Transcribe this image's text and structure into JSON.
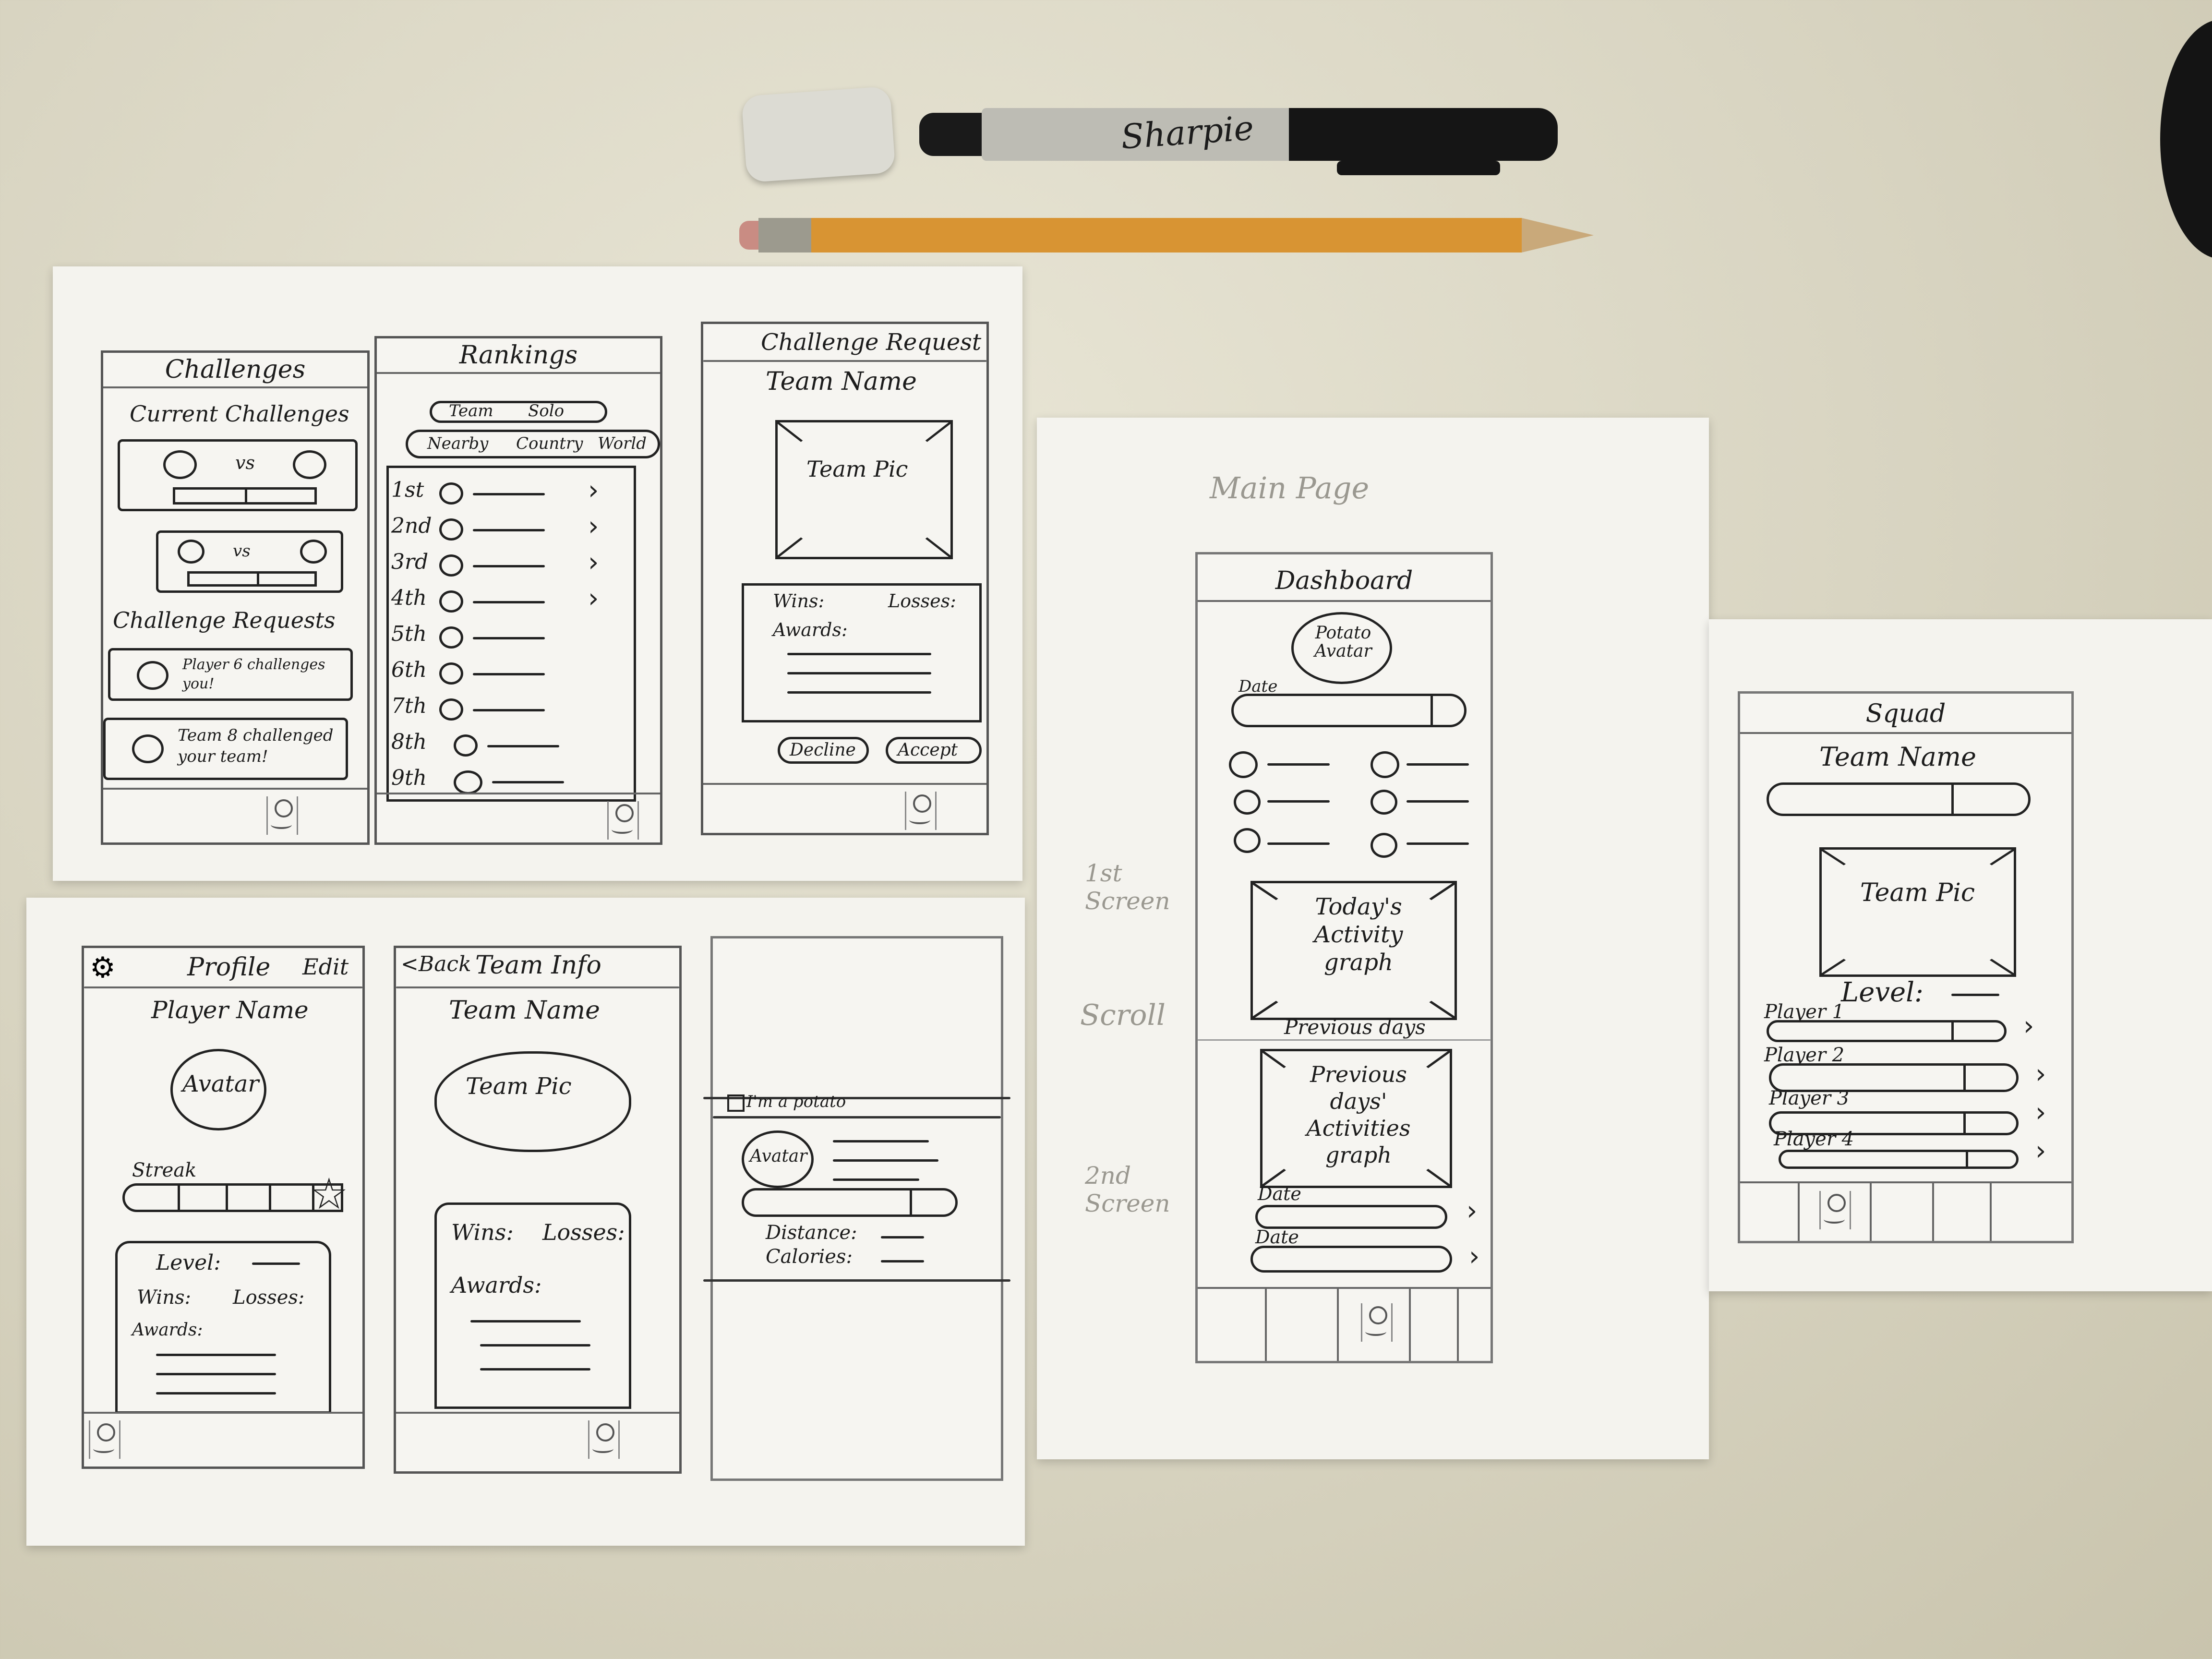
{
  "challenges": {
    "title": "Challenges",
    "current_label": "Current Challenges",
    "vs": "vs",
    "requests_label": "Challenge Requests",
    "request1": "Player 6 challenges you!",
    "request2": "Team 8 challenged your team!"
  },
  "rankings": {
    "title": "Rankings",
    "toggle1": [
      "Team",
      "Solo"
    ],
    "toggle2": [
      "Nearby",
      "Country",
      "World"
    ],
    "ranks": [
      "1st",
      "2nd",
      "3rd",
      "4th",
      "5th",
      "6th",
      "7th",
      "8th",
      "9th"
    ]
  },
  "challenge_request": {
    "title": "Challenge Request",
    "team_name": "Team Name",
    "pic": "Team Pic",
    "wins": "Wins:",
    "losses": "Losses:",
    "awards": "Awards:",
    "decline": "Decline",
    "accept": "Accept"
  },
  "profile": {
    "title": "Profile",
    "edit": "Edit",
    "player_name": "Player Name",
    "avatar": "Avatar",
    "streak": "Streak",
    "level": "Level:",
    "wins": "Wins:",
    "losses": "Losses:",
    "awards": "Awards:"
  },
  "team_info": {
    "back": "<Back",
    "title": "Team Info",
    "team_name": "Team Name",
    "pic": "Team Pic",
    "wins": "Wins:",
    "losses": "Losses:",
    "awards": "Awards:"
  },
  "potato": {
    "checkbox": "I'm a potato",
    "avatar": "Avatar",
    "distance": "Distance:",
    "calories": "Calories:"
  },
  "main_page": {
    "label": "Main Page",
    "note1": "1st Screen",
    "note2": "Scroll",
    "note3": "2nd Screen",
    "title": "Dashboard",
    "avatar": "Potato Avatar",
    "date": "Date",
    "graph1": "Today's Activity graph",
    "prev_label": "Previous days",
    "graph2": "Previous days' Activities graph",
    "date_row1": "Date",
    "date_row2": "Date"
  },
  "squad": {
    "title": "Squad",
    "team_name": "Team Name",
    "pic": "Team Pic",
    "level": "Level:",
    "players": [
      "Player 1",
      "Player 2",
      "Player 3",
      "Player 4"
    ]
  },
  "desk": {
    "marker_text": "Sharpie"
  }
}
